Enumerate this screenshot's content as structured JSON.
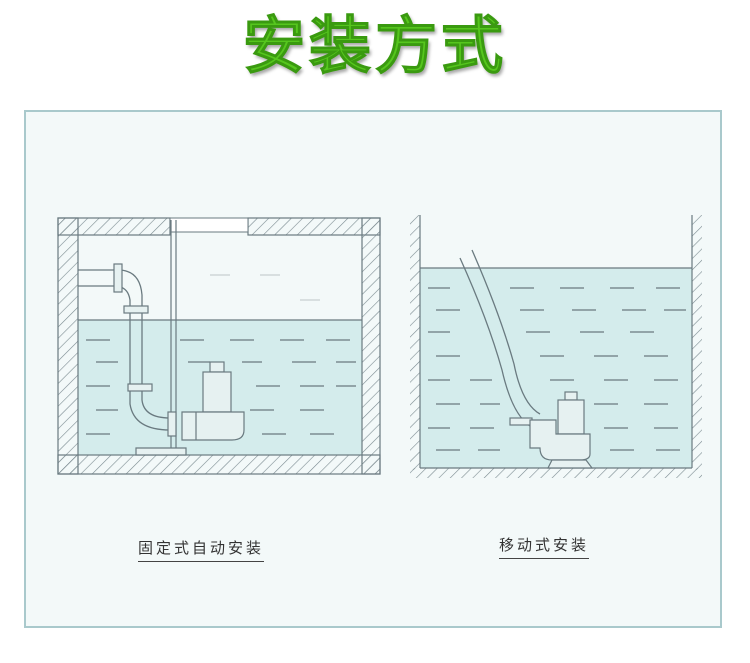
{
  "header": {
    "title": "安装方式"
  },
  "captions": {
    "fixed": "固定式自动安装",
    "mobile": "移动式安装"
  },
  "colors": {
    "title_green": "#56c61e",
    "water": "#d4ecec",
    "line": "#6a7a80",
    "frame_border": "#a9c9cc"
  }
}
